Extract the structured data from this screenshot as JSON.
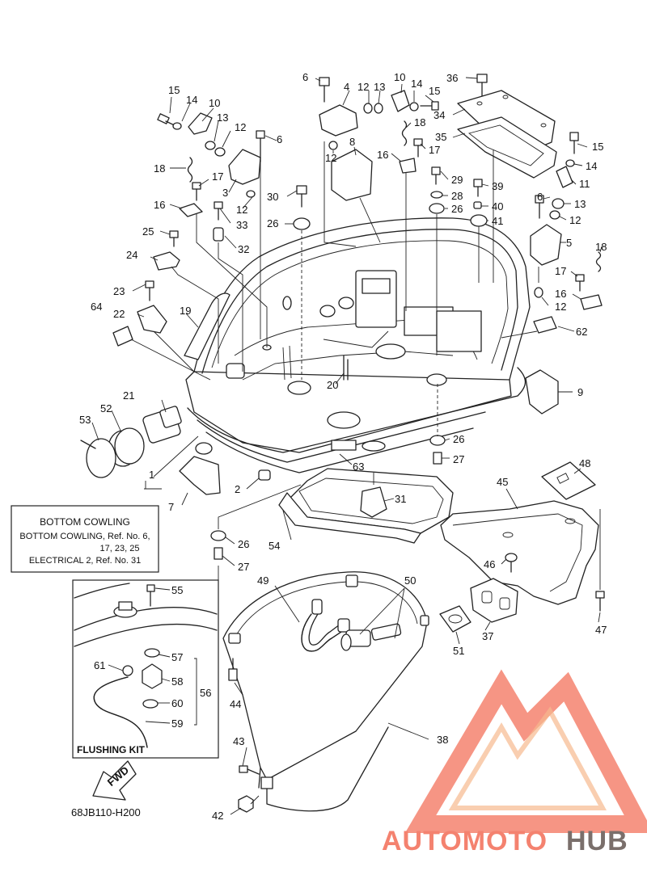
{
  "info_box": {
    "title": "BOTTOM COWLING",
    "line1": "BOTTOM COWLING,  Ref. No. 6,",
    "line2": "17, 23, 25",
    "line3": "ELECTRICAL 2,  Ref. No. 31"
  },
  "flushing_kit_label": "FLUSHING KIT",
  "fwd_label": "FWD",
  "diagram_code": "68JB110-H200",
  "watermark": {
    "part1": "AUTOMOTO",
    "part2": "HUB",
    "color_main": "#f4826f",
    "color_light": "#f6b98e",
    "color_hub": "#7a6f6b"
  },
  "callouts": {
    "c1": "1",
    "c2": "2",
    "c3": "3",
    "c4": "4",
    "c5": "5",
    "c6a": "6",
    "c6b": "6",
    "c6c": "6",
    "c7": "7",
    "c8": "8",
    "c9": "9",
    "c10a": "10",
    "c10b": "10",
    "c11": "11",
    "c12a": "12",
    "c12b": "12",
    "c12c": "12",
    "c12d": "12",
    "c12e": "12",
    "c12f": "12",
    "c13a": "13",
    "c13b": "13",
    "c13c": "13",
    "c14a": "14",
    "c14b": "14",
    "c14c": "14",
    "c15a": "15",
    "c15b": "15",
    "c15c": "15",
    "c16a": "16",
    "c16b": "16",
    "c16c": "16",
    "c17a": "17",
    "c17b": "17",
    "c17c": "17",
    "c18a": "18",
    "c18b": "18",
    "c18c": "18",
    "c19": "19",
    "c20": "20",
    "c21": "21",
    "c22": "22",
    "c23": "23",
    "c24": "24",
    "c25": "25",
    "c26a": "26",
    "c26b": "26",
    "c26c": "26",
    "c26d": "26",
    "c27a": "27",
    "c27b": "27",
    "c28": "28",
    "c29": "29",
    "c30": "30",
    "c31": "31",
    "c32": "32",
    "c33": "33",
    "c34": "34",
    "c35": "35",
    "c36": "36",
    "c37": "37",
    "c38": "38",
    "c39": "39",
    "c40": "40",
    "c41": "41",
    "c42": "42",
    "c43": "43",
    "c44": "44",
    "c45": "45",
    "c46": "46",
    "c47": "47",
    "c48": "48",
    "c49": "49",
    "c50": "50",
    "c51": "51",
    "c52": "52",
    "c53": "53",
    "c54": "54",
    "c55": "55",
    "c56": "56",
    "c57": "57",
    "c58": "58",
    "c59": "59",
    "c60": "60",
    "c61": "61",
    "c62": "62",
    "c63": "63",
    "c64": "64"
  }
}
